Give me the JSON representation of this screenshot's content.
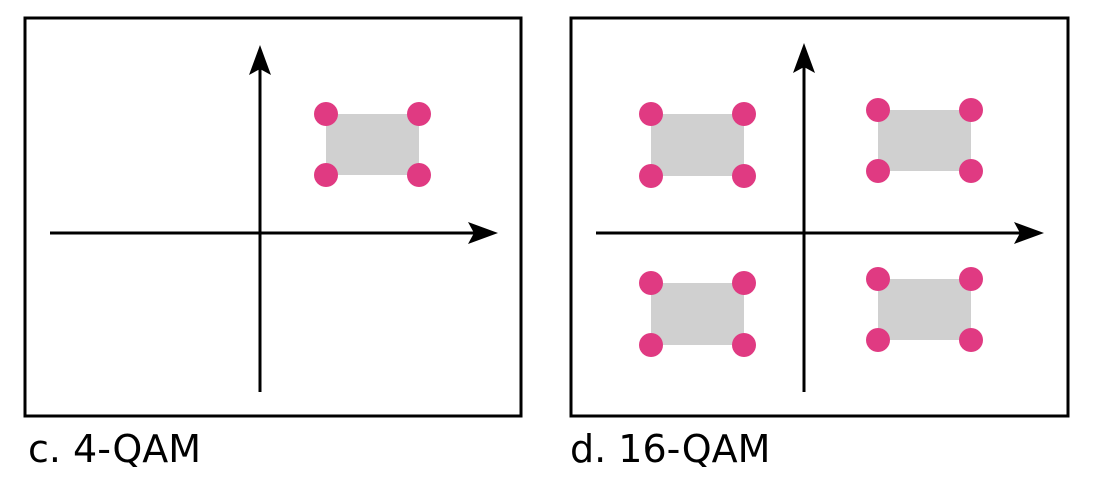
{
  "colors": {
    "background": "#ffffff",
    "frame": "#000000",
    "axis": "#000000",
    "region": "#d0d0d0",
    "constellation_point": "#e03a82"
  },
  "panels": [
    {
      "caption": "c. 4-QAM",
      "clusters": [
        "first-quadrant"
      ]
    },
    {
      "caption": "d. 16-QAM",
      "clusters": [
        "second-quadrant",
        "first-quadrant",
        "third-quadrant",
        "fourth-quadrant"
      ]
    }
  ]
}
